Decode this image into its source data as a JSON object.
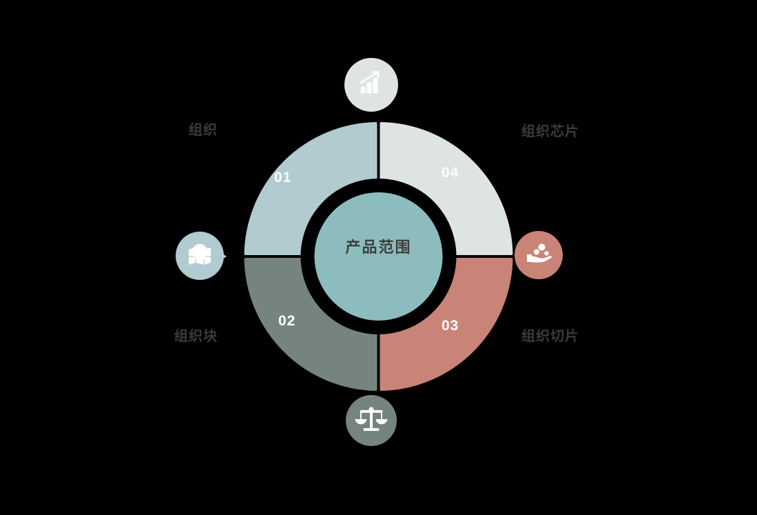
{
  "diagram": {
    "type": "donut-4-quadrant-infographic",
    "center": {
      "title": "产品范围",
      "fill": "#8dbcbe",
      "ring_color": "#000000"
    },
    "background": "#000000",
    "segments": [
      {
        "number": "01",
        "label": "组织",
        "color": "#b2cbd0",
        "quadrant": "top-left",
        "icon": {
          "name": "map-pin-icon",
          "position": "left",
          "circle_color": "#b2cbd0",
          "glyph_color": "#ffffff"
        }
      },
      {
        "number": "02",
        "label": "组织块",
        "color": "#76847f",
        "quadrant": "bottom-left",
        "icon": {
          "name": "balance-scale-icon",
          "position": "bottom",
          "circle_color": "#76847f",
          "glyph_color": "#ffffff"
        }
      },
      {
        "number": "03",
        "label": "组织切片",
        "color": "#ca8377",
        "quadrant": "bottom-right",
        "icon": {
          "name": "hand-coins-icon",
          "position": "right",
          "circle_color": "#ca8377",
          "glyph_color": "#ffffff"
        }
      },
      {
        "number": "04",
        "label": "组织芯片",
        "color": "#dee5e0",
        "quadrant": "top-right",
        "icon": {
          "name": "growth-chart-icon",
          "position": "top",
          "circle_color": "#dee5e0",
          "glyph_color": "#ffffff"
        }
      }
    ],
    "label_color": "#3b3b3b",
    "number_color": "#ffffff"
  }
}
